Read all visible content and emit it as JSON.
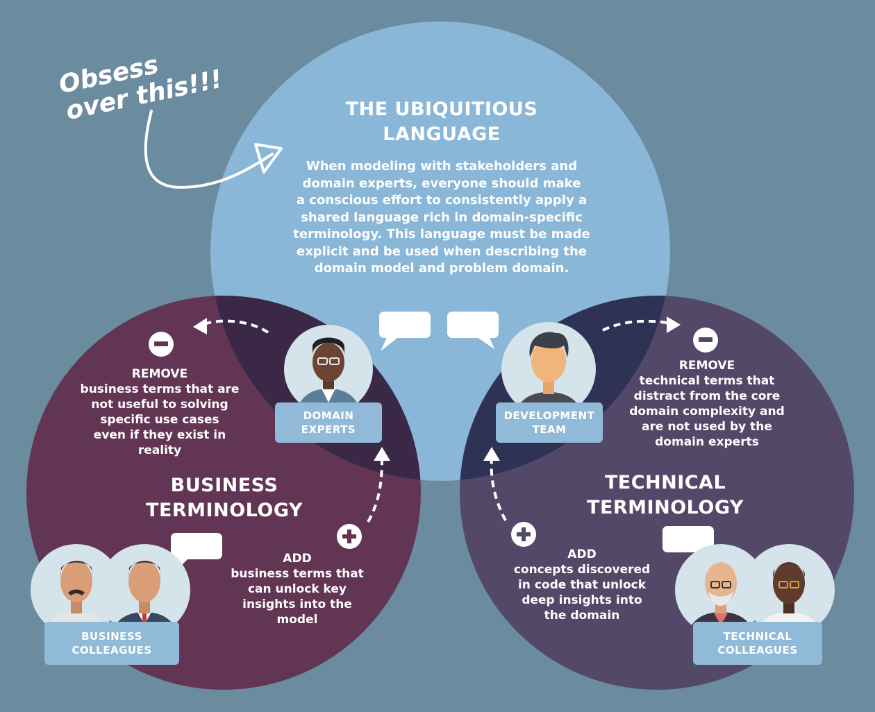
{
  "annotation": {
    "line1": "Obsess",
    "line2": "over this!!!"
  },
  "ubiquitous": {
    "title_line1": "THE UBIQUITIOUS",
    "title_line2": "LANGUAGE",
    "body": [
      "When modeling with stakeholders and",
      "domain experts, everyone should make",
      "a conscious effort to consistently apply a",
      "shared language rich in domain-specific",
      "terminology. This language must be made",
      "explicit and be used when describing the",
      "domain model and problem domain."
    ]
  },
  "business": {
    "title_line1": "BUSINESS",
    "title_line2": "TERMINOLOGY",
    "remove_heading": "REMOVE",
    "remove_lines": [
      "business terms that are",
      "not useful to solving",
      "specific use cases",
      "even if they exist in",
      "reality"
    ],
    "add_heading": "ADD",
    "add_lines": [
      "business terms that",
      "can unlock key",
      "insights into the",
      "model"
    ]
  },
  "technical": {
    "title_line1": "TECHNICAL",
    "title_line2": "TERMINOLOGY",
    "remove_heading": "REMOVE",
    "remove_lines": [
      "technical terms that",
      "distract from the core",
      "domain complexity and",
      "are not used by the",
      "domain experts"
    ],
    "add_heading": "ADD",
    "add_lines": [
      "concepts discovered",
      "in code that unlock",
      "deep insights into",
      "the domain"
    ]
  },
  "badges": {
    "domain_experts": [
      "DOMAIN",
      "EXPERTS"
    ],
    "development_team": [
      "DEVELOPMENT",
      "TEAM"
    ],
    "business_colleagues": [
      "BUSINESS",
      "COLLEAGUES"
    ],
    "technical_colleagues": [
      "TECHNICAL",
      "COLLEAGUES"
    ]
  },
  "colors": {
    "background": "#6b8c9f",
    "ubiquitous_circle": "#8ab7d7",
    "business_circle": "#633554",
    "technical_circle": "#544869",
    "overlap_business": "#3b2847",
    "overlap_technical": "#2e3356",
    "badge": "#90bad8",
    "avatar_bg": "#d5e3ea"
  }
}
